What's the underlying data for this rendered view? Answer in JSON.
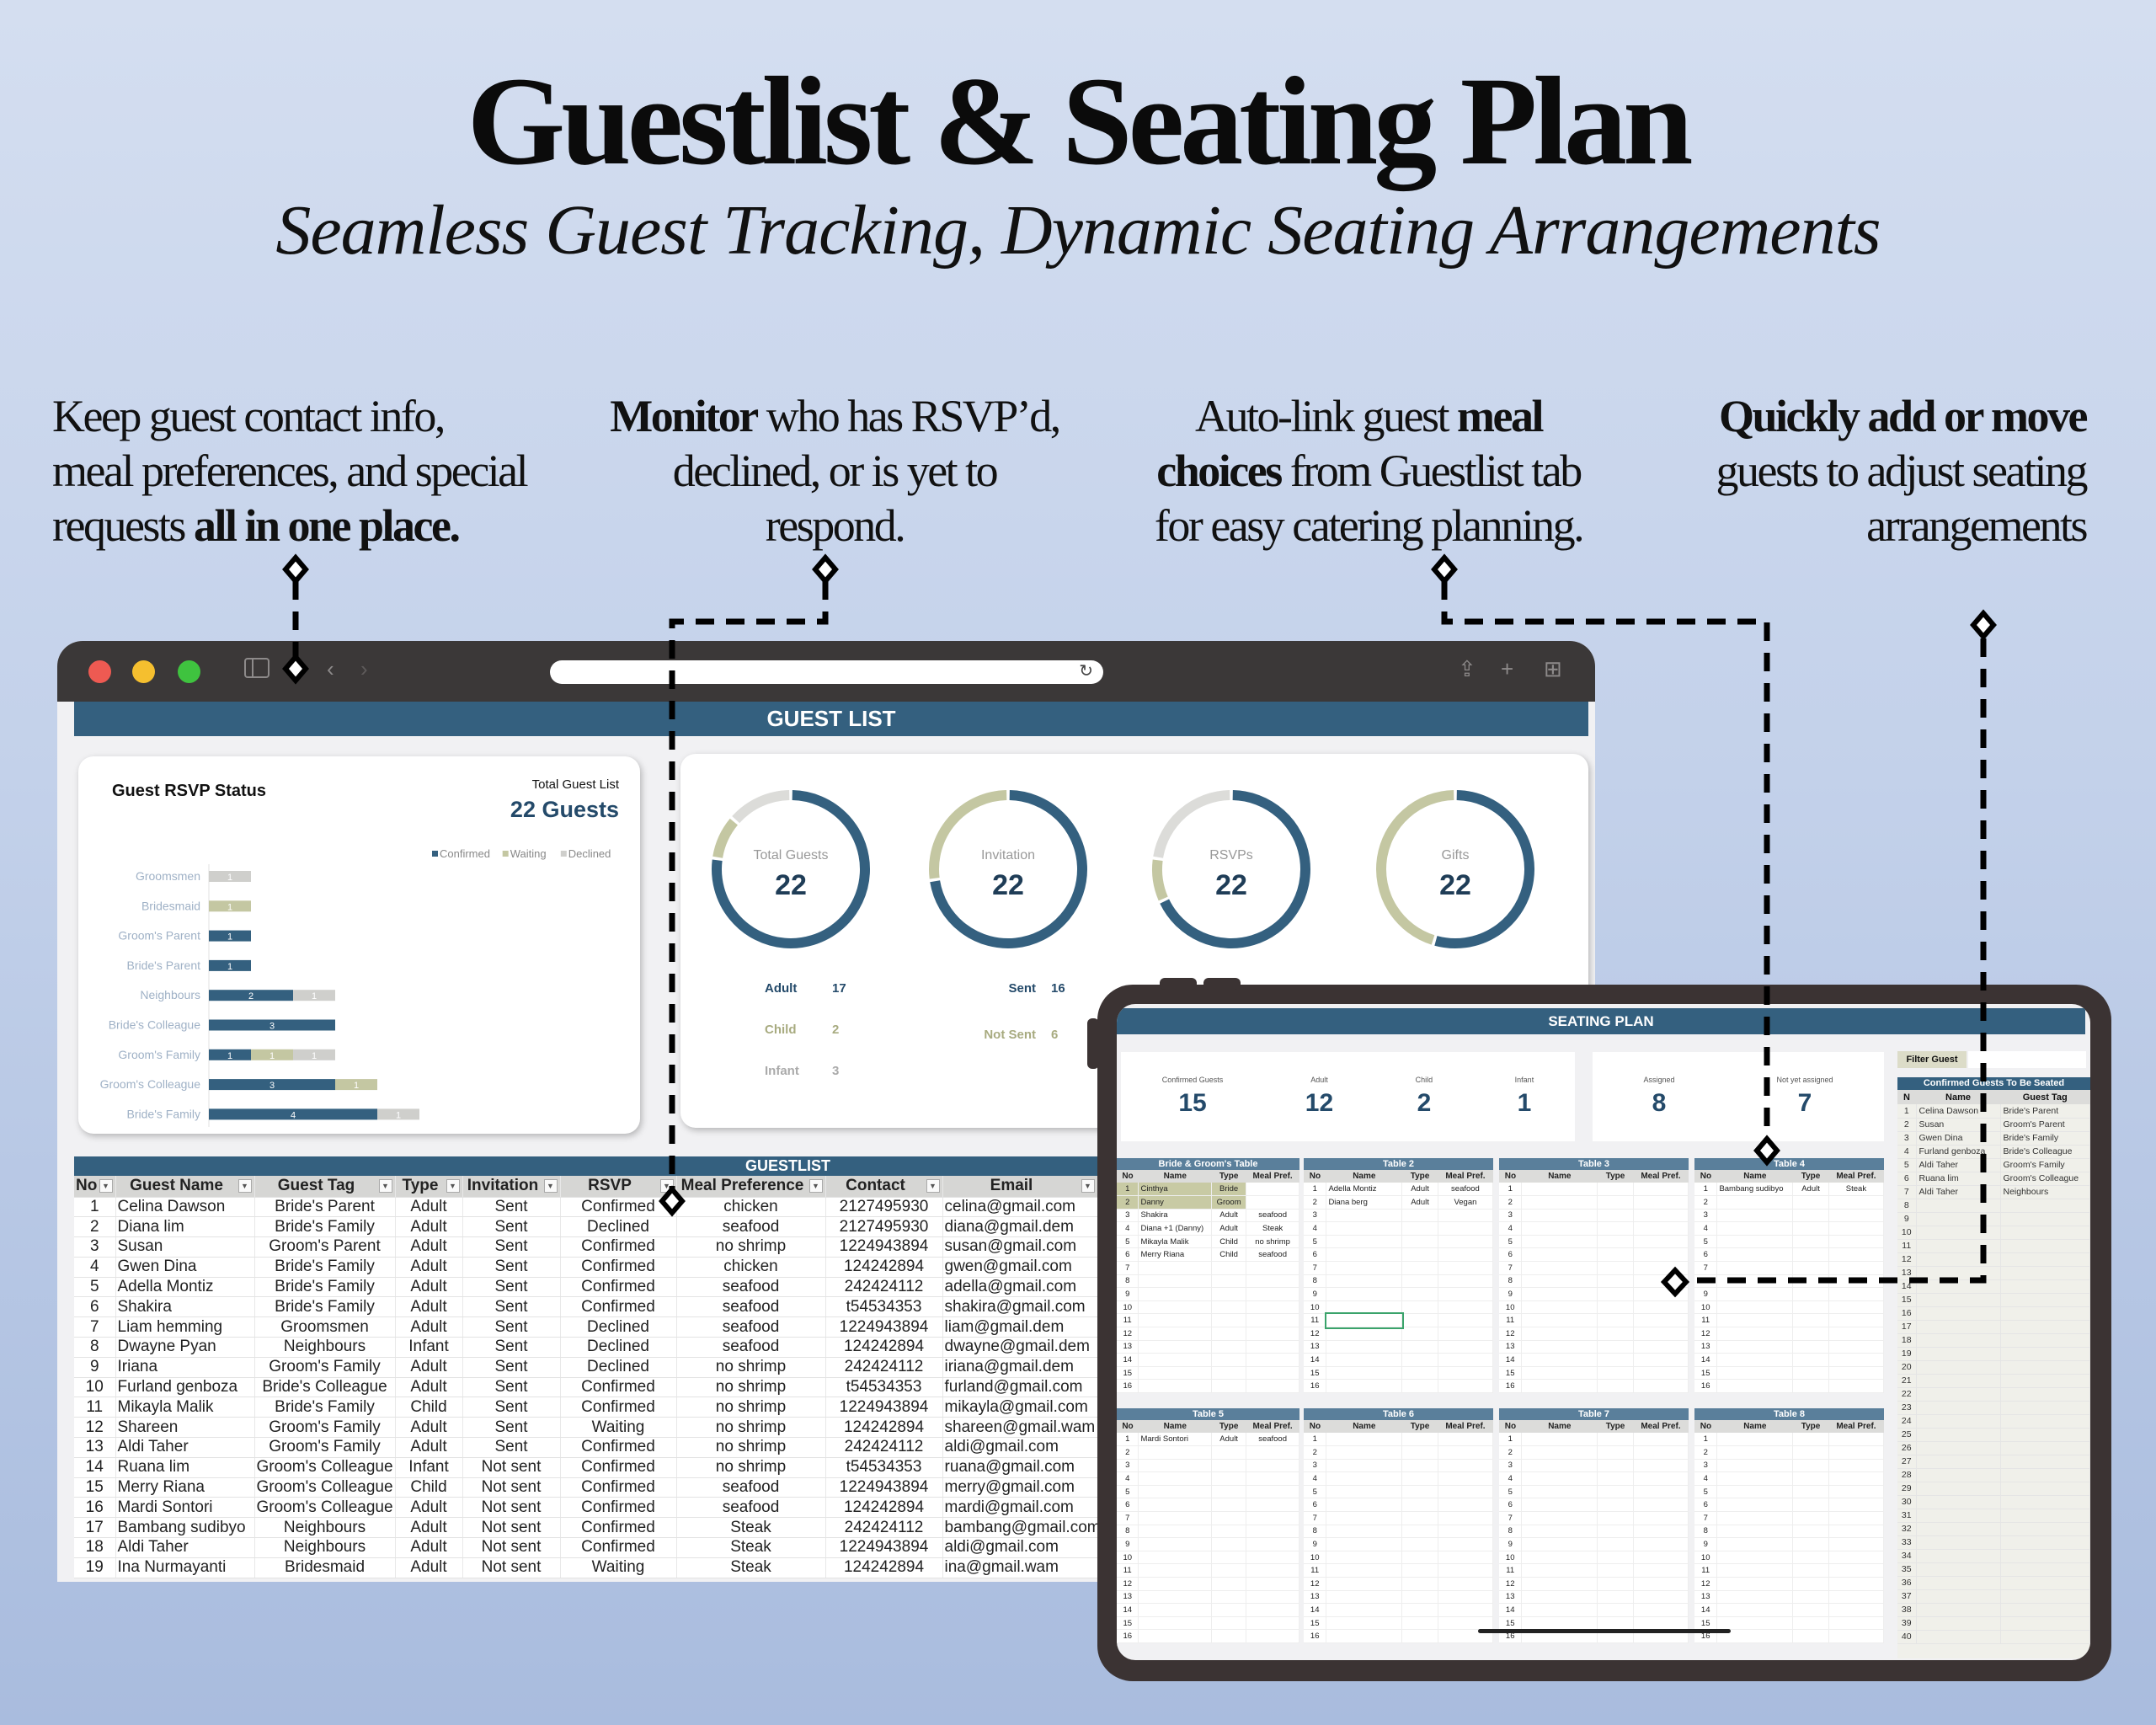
{
  "header": {
    "title": "Guestlist & Seating Plan",
    "subtitle": "Seamless Guest Tracking, Dynamic Seating Arrangements"
  },
  "features": [
    {
      "lines": [
        [
          "Keep guest contact info,",
          ""
        ],
        [
          "meal preferences, and special",
          ""
        ],
        [
          "requests ",
          "all in one place."
        ]
      ]
    },
    {
      "lines": [
        [
          "",
          "Monitor",
          " who has RSVP’d,"
        ],
        [
          "declined, or is yet to"
        ],
        [
          "respond."
        ]
      ]
    },
    {
      "lines": [
        [
          "Auto-link guest ",
          "meal"
        ],
        [
          "",
          "choices",
          " from Guestlist tab"
        ],
        [
          "for easy catering planning."
        ]
      ]
    },
    {
      "lines": [
        [
          "",
          "Quickly add or move"
        ],
        [
          "guests to adjust seating"
        ],
        [
          "arrangements"
        ]
      ]
    }
  ],
  "browser": {
    "traffic_lights": [
      "#ee5a52",
      "#f5bf2f",
      "#3fc33f"
    ],
    "icons": [
      "sidebar-icon",
      "chevron-left-icon",
      "chevron-right-icon",
      "reload-icon",
      "share-icon",
      "plus-icon",
      "tabs-grid-icon"
    ]
  },
  "guest_list": {
    "title": "GUEST LIST",
    "rsvp_card": {
      "title": "Guest RSVP Status",
      "total_label": "Total Guest List",
      "total_value": "22 Guests"
    },
    "chart_data": {
      "type": "bar",
      "orientation": "horizontal",
      "stacked": true,
      "categories": [
        "Groomsmen",
        "Bridesmaid",
        "Groom's Parent",
        "Bride's Parent",
        "Neighbours",
        "Bride's Colleague",
        "Groom's Family",
        "Groom's Colleague",
        "Bride's Family"
      ],
      "series": [
        {
          "name": "Confirmed",
          "color": "#34607f",
          "values": [
            0,
            0,
            1,
            1,
            2,
            3,
            1,
            3,
            4
          ]
        },
        {
          "name": "Waiting",
          "color": "#c4c7a2",
          "values": [
            0,
            1,
            0,
            0,
            0,
            0,
            1,
            1,
            0
          ]
        },
        {
          "name": "Declined",
          "color": "#cfcfcc",
          "values": [
            1,
            0,
            0,
            0,
            1,
            0,
            1,
            0,
            1
          ]
        }
      ],
      "legend": "top-right",
      "grid": false
    },
    "donuts": [
      {
        "label": "Total Guests",
        "value": "22",
        "segments": [
          17,
          2,
          3
        ],
        "colors": [
          "#34607f",
          "#c4c7a2",
          "#dcdcd9"
        ]
      },
      {
        "label": "Invitation",
        "value": "22",
        "segments": [
          16,
          6
        ],
        "colors": [
          "#34607f",
          "#c4c7a2"
        ]
      },
      {
        "label": "RSVPs",
        "value": "22",
        "segments": [
          15,
          2,
          5
        ],
        "colors": [
          "#34607f",
          "#c4c7a2",
          "#dcdcd9"
        ]
      },
      {
        "label": "Gifts",
        "value": "22",
        "segments": [
          12,
          10
        ],
        "colors": [
          "#34607f",
          "#c4c7a2"
        ]
      }
    ],
    "breakdowns": [
      [
        {
          "label": "Adult",
          "value": "17",
          "color": "#244a6a"
        },
        {
          "label": "Child",
          "value": "2",
          "color": "#a8ab80"
        },
        {
          "label": "Infant",
          "value": "3",
          "color": "#aaaaaa"
        }
      ],
      [
        {
          "label": "Sent",
          "value": "16",
          "color": "#244a6a"
        },
        {
          "label": "Not Sent",
          "value": "6",
          "color": "#a8ab80"
        }
      ]
    ],
    "table": {
      "title": "GUESTLIST",
      "columns": [
        "No",
        "Guest Name",
        "Guest Tag",
        "Type",
        "Invitation",
        "RSVP",
        "Meal Preference",
        "Contact",
        "Email"
      ],
      "rows": [
        [
          "1",
          "Celina Dawson",
          "Bride's Parent",
          "Adult",
          "Sent",
          "Confirmed",
          "chicken",
          "2127495930",
          "celina@gmail.com"
        ],
        [
          "2",
          "Diana lim",
          "Bride's Family",
          "Adult",
          "Sent",
          "Declined",
          "seafood",
          "2127495930",
          "diana@gmail.dem"
        ],
        [
          "3",
          "Susan",
          "Groom's Parent",
          "Adult",
          "Sent",
          "Confirmed",
          "no shrimp",
          "1224943894",
          "susan@gmail.com"
        ],
        [
          "4",
          "Gwen Dina",
          "Bride's Family",
          "Adult",
          "Sent",
          "Confirmed",
          "chicken",
          "124242894",
          "gwen@gmail.com"
        ],
        [
          "5",
          "Adella Montiz",
          "Bride's Family",
          "Adult",
          "Sent",
          "Confirmed",
          "seafood",
          "242424112",
          "adella@gmail.com"
        ],
        [
          "6",
          "Shakira",
          "Bride's Family",
          "Adult",
          "Sent",
          "Confirmed",
          "seafood",
          "t54534353",
          "shakira@gmail.com"
        ],
        [
          "7",
          "Liam hemming",
          "Groomsmen",
          "Adult",
          "Sent",
          "Declined",
          "seafood",
          "1224943894",
          "liam@gmail.dem"
        ],
        [
          "8",
          "Dwayne Pyan",
          "Neighbours",
          "Infant",
          "Sent",
          "Declined",
          "seafood",
          "124242894",
          "dwayne@gmail.dem"
        ],
        [
          "9",
          "Iriana",
          "Groom's Family",
          "Adult",
          "Sent",
          "Declined",
          "no shrimp",
          "242424112",
          "iriana@gmail.dem"
        ],
        [
          "10",
          "Furland genboza",
          "Bride's Colleague",
          "Adult",
          "Sent",
          "Confirmed",
          "no shrimp",
          "t54534353",
          "furland@gmail.com"
        ],
        [
          "11",
          "Mikayla Malik",
          "Bride's Family",
          "Child",
          "Sent",
          "Confirmed",
          "no shrimp",
          "1224943894",
          "mikayla@gmail.com"
        ],
        [
          "12",
          "Shareen",
          "Groom's Family",
          "Adult",
          "Sent",
          "Waiting",
          "no shrimp",
          "124242894",
          "shareen@gmail.wam"
        ],
        [
          "13",
          "Aldi Taher",
          "Groom's Family",
          "Adult",
          "Sent",
          "Confirmed",
          "no shrimp",
          "242424112",
          "aldi@gmail.com"
        ],
        [
          "14",
          "Ruana lim",
          "Groom's Colleague",
          "Infant",
          "Not sent",
          "Confirmed",
          "no shrimp",
          "t54534353",
          "ruana@gmail.com"
        ],
        [
          "15",
          "Merry Riana",
          "Groom's Colleague",
          "Child",
          "Not sent",
          "Confirmed",
          "seafood",
          "1224943894",
          "merry@gmail.com"
        ],
        [
          "16",
          "Mardi Sontori",
          "Groom's Colleague",
          "Adult",
          "Not sent",
          "Confirmed",
          "seafood",
          "124242894",
          "mardi@gmail.com"
        ],
        [
          "17",
          "Bambang sudibyo",
          "Neighbours",
          "Adult",
          "Not sent",
          "Confirmed",
          "Steak",
          "242424112",
          "bambang@gmail.com"
        ],
        [
          "18",
          "Aldi Taher",
          "Neighbours",
          "Adult",
          "Not sent",
          "Confirmed",
          "Steak",
          "1224943894",
          "aldi@gmail.com"
        ],
        [
          "19",
          "Ina Nurmayanti",
          "Bridesmaid",
          "Adult",
          "Not sent",
          "Waiting",
          "Steak",
          "124242894",
          "ina@gmail.wam"
        ]
      ]
    }
  },
  "seating_plan": {
    "title": "SEATING PLAN",
    "stats": [
      {
        "label": "Confirmed Guests",
        "value": "15"
      },
      {
        "label": "Adult",
        "value": "12"
      },
      {
        "label": "Child",
        "value": "2"
      },
      {
        "label": "Infant",
        "value": "1"
      }
    ],
    "assign_stats": [
      {
        "label": "Assigned",
        "value": "8"
      },
      {
        "label": "Not yet assigned",
        "value": "7"
      }
    ],
    "filter_label": "Filter Guest",
    "table_columns": [
      "No",
      "Name",
      "Type",
      "Meal Pref."
    ],
    "tables": [
      {
        "title": "Bride & Groom's Table",
        "guests": [
          [
            "Cinthya",
            "Bride",
            ""
          ],
          [
            "Danny",
            "Groom",
            ""
          ],
          [
            "Shakira",
            "Adult",
            "seafood"
          ],
          [
            "Diana +1 (Danny)",
            "Adult",
            "Steak"
          ],
          [
            "Mikayla Malik",
            "Child",
            "no shrimp"
          ],
          [
            "Merry Riana",
            "Child",
            "seafood"
          ]
        ]
      },
      {
        "title": "Table 2",
        "guests": [
          [
            "Adella Montiz",
            "Adult",
            "seafood"
          ],
          [
            "Diana berg",
            "Adult",
            "Vegan"
          ]
        ]
      },
      {
        "title": "Table 3",
        "guests": []
      },
      {
        "title": "Table 4",
        "guests": [
          [
            "Bambang sudibyo",
            "Adult",
            "Steak"
          ]
        ]
      },
      {
        "title": "Table 5",
        "guests": [
          [
            "Mardi Sontori",
            "Adult",
            "seafood"
          ]
        ]
      },
      {
        "title": "Table 6",
        "guests": []
      },
      {
        "title": "Table 7",
        "guests": []
      },
      {
        "title": "Table 8",
        "guests": []
      }
    ],
    "to_be_seated": {
      "title": "Confirmed Guests To Be Seated",
      "columns": [
        "No",
        "Name",
        "Guest Tag"
      ],
      "rows": [
        [
          "1",
          "Celina Dawson",
          "Bride's Parent"
        ],
        [
          "2",
          "Susan",
          "Groom's Parent"
        ],
        [
          "3",
          "Gwen Dina",
          "Bride's Family"
        ],
        [
          "4",
          "Furland genboza",
          "Bride's Colleague"
        ],
        [
          "5",
          "Aldi Taher",
          "Groom's Family"
        ],
        [
          "6",
          "Ruana lim",
          "Groom's Colleague"
        ],
        [
          "7",
          "Aldi Taher",
          "Neighbours"
        ]
      ]
    }
  }
}
